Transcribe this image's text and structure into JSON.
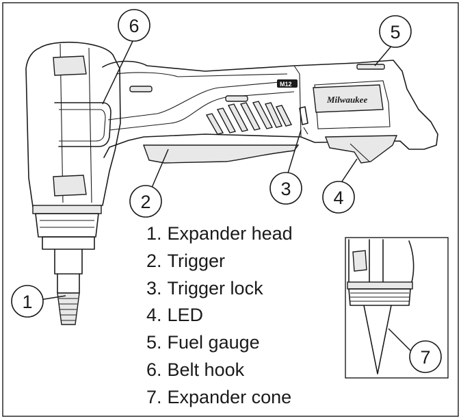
{
  "brand_logo": "Milwaukee",
  "battery_label": "M12",
  "callouts": [
    {
      "num": "1"
    },
    {
      "num": "2"
    },
    {
      "num": "3"
    },
    {
      "num": "4"
    },
    {
      "num": "5"
    },
    {
      "num": "6"
    },
    {
      "num": "7"
    }
  ],
  "legend": [
    {
      "num": "1.",
      "label": "Expander head"
    },
    {
      "num": "2.",
      "label": "Trigger"
    },
    {
      "num": "3.",
      "label": "Trigger lock"
    },
    {
      "num": "4.",
      "label": "LED"
    },
    {
      "num": "5.",
      "label": "Fuel gauge"
    },
    {
      "num": "6.",
      "label": "Belt hook"
    },
    {
      "num": "7.",
      "label": "Expander cone"
    }
  ]
}
